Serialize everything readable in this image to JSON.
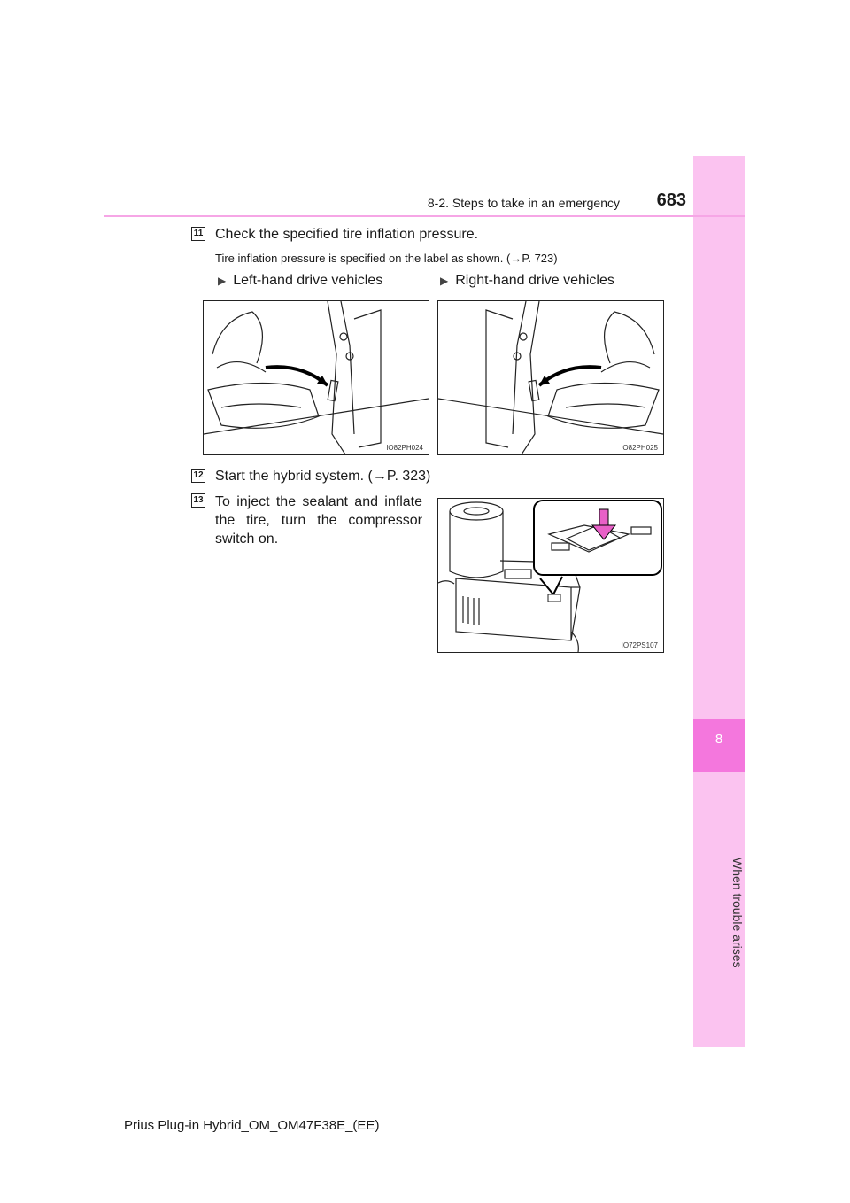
{
  "header": {
    "section": "8-2. Steps to take in an emergency",
    "page_number": "683"
  },
  "side_tab": {
    "chapter_number": "8",
    "chapter_label": "When trouble arises"
  },
  "steps": [
    {
      "number": "11",
      "text": "Check the specified tire inflation pressure.",
      "note": "Tire inflation pressure is specified on the label as shown. (→P. 723)"
    },
    {
      "number": "12",
      "text": "Start the hybrid system. (→P. 323)"
    },
    {
      "number": "13",
      "text": "To inject the sealant and inflate the tire, turn the compressor switch on."
    }
  ],
  "variants": {
    "left": "Left-hand drive vehicles",
    "right": "Right-hand drive vehicles"
  },
  "figures": {
    "left_code": "IO82PH024",
    "right_code": "IO82PH025",
    "compressor_code": "IO72PS107"
  },
  "footer": "Prius Plug-in Hybrid_OM_OM47F38E_(EE)"
}
